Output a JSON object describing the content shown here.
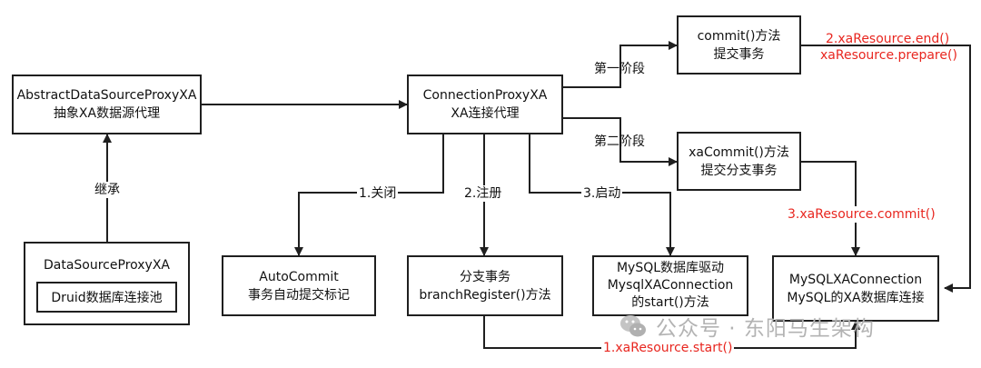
{
  "nodes": {
    "abstract": [
      "AbstractDataSourceProxyXA",
      "抽象XA数据源代理"
    ],
    "datasource": {
      "title": "DataSourceProxyXA",
      "inner": "Druid数据库连接池"
    },
    "connection": [
      "ConnectionProxyXA",
      "XA连接代理"
    ],
    "commit": [
      "commit()方法",
      "提交事务"
    ],
    "xacommit": [
      "xaCommit()方法",
      "提交分支事务"
    ],
    "autocommit": [
      "AutoCommit",
      "事务自动提交标记"
    ],
    "branch": [
      "分支事务",
      "branchRegister()方法"
    ],
    "mysqldriver": [
      "MySQL数据库驱动",
      "MysqlXAConnection",
      "的start()方法"
    ],
    "mysqlxa": [
      "MySQLXAConnection",
      "MySQL的XA数据库连接"
    ]
  },
  "edge_labels": {
    "inherit": "继承",
    "phase1": "第一阶段",
    "phase2": "第二阶段",
    "close": "1.关闭",
    "register": "2.注册",
    "start": "3.启动"
  },
  "annotations": {
    "end": "2.xaResource.end()",
    "prepare": "xaResource.prepare()",
    "commit": "3.xaResource.commit()",
    "xastart": "1.xaResource.start()"
  },
  "watermark": "公众号 · 东阳马生架构",
  "colors": {
    "line": "#1f1f1f",
    "red": "#e8261f",
    "watermark": "#b3b3b3"
  }
}
